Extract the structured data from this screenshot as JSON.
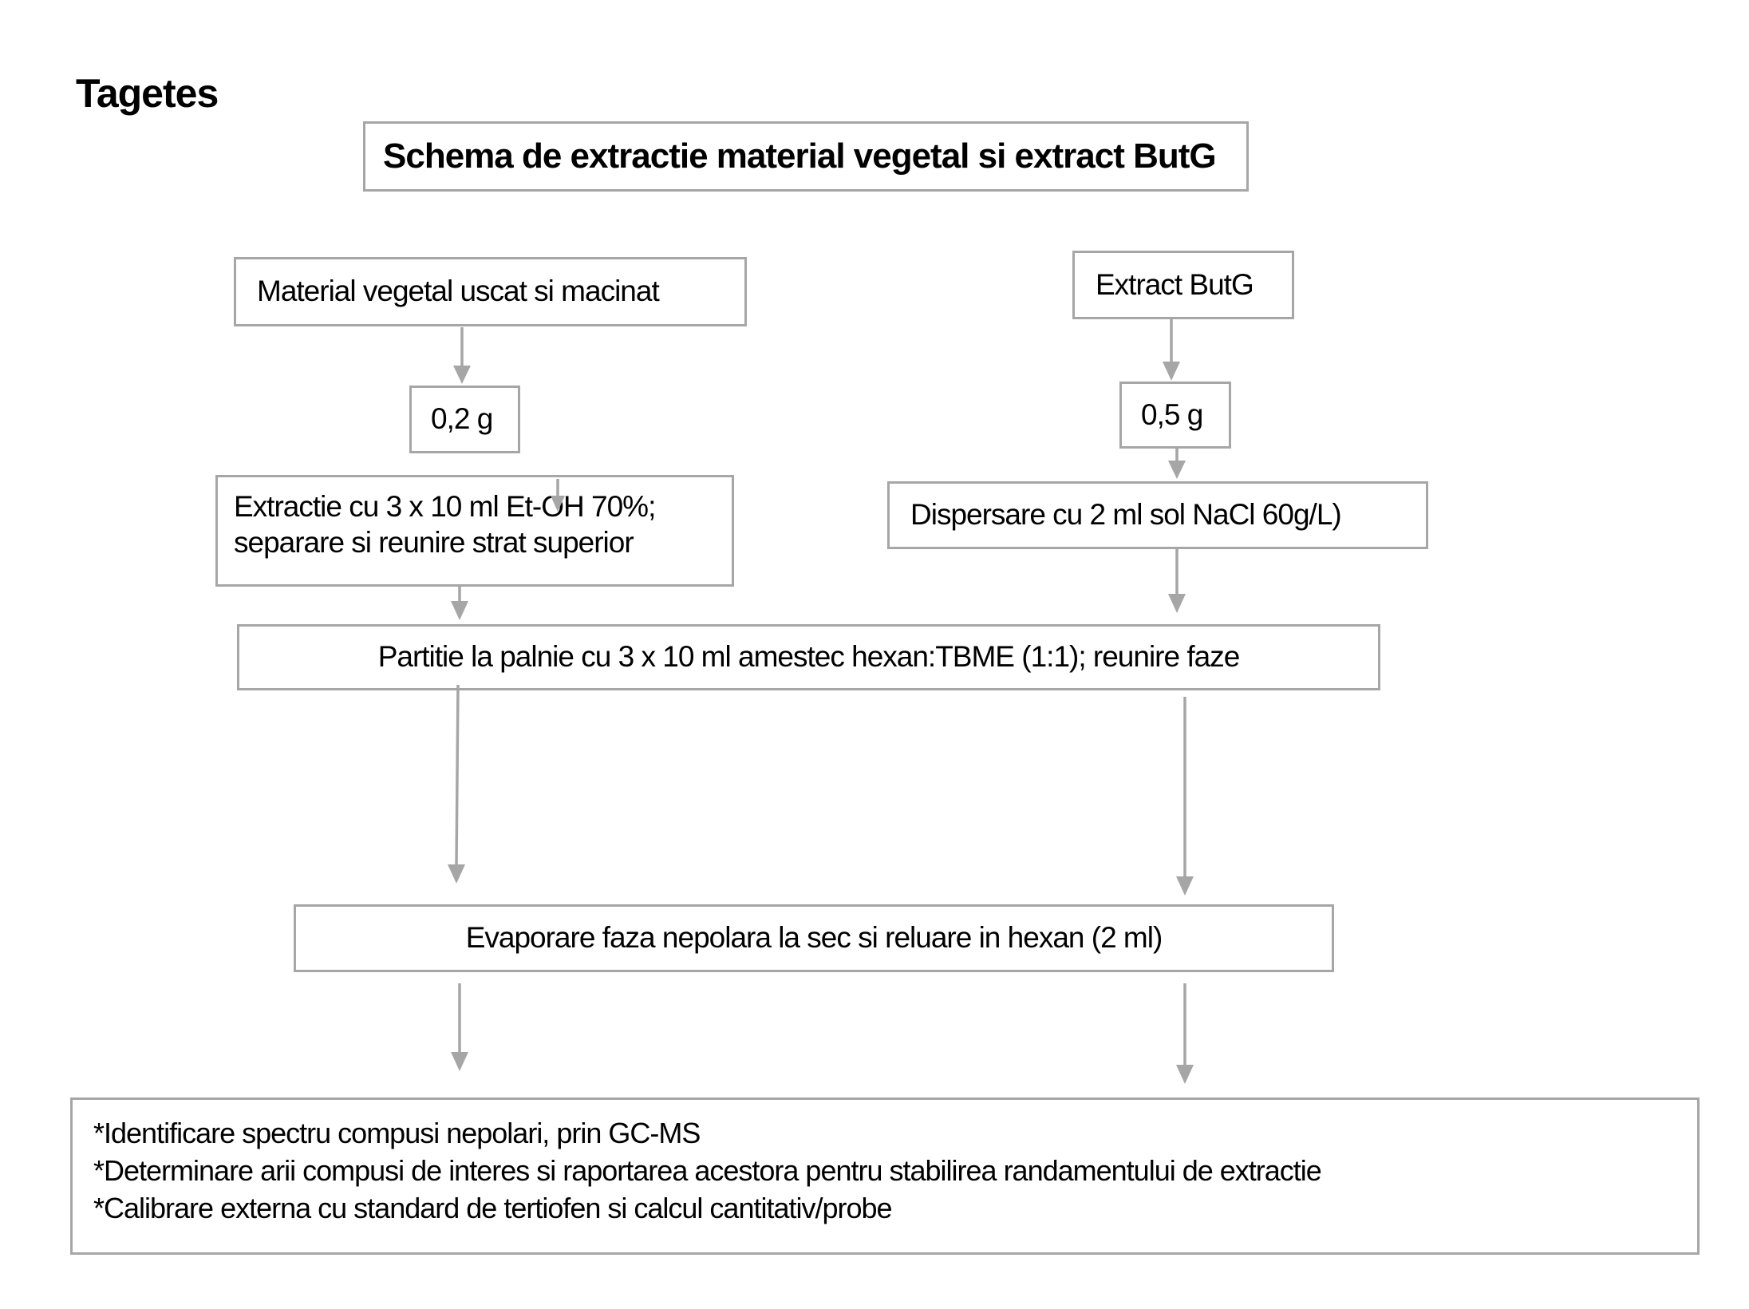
{
  "page": {
    "title": "Tagetes"
  },
  "diagram": {
    "title": "Schema de extractie material vegetal si extract ButG",
    "nodes": {
      "material": {
        "label": "Material vegetal uscat si macinat"
      },
      "extract_butg": {
        "label": "Extract ButG"
      },
      "mass_left": {
        "label": "0,2 g"
      },
      "mass_right": {
        "label": "0,5 g"
      },
      "extractie": {
        "line1": "Extractie cu 3 x 10 ml Et-OH 70%;",
        "line2": "separare si reunire strat superior"
      },
      "dispersare": {
        "label": "Dispersare cu 2 ml sol NaCl 60g/L)"
      },
      "partitie": {
        "label": "Partitie la palnie cu 3 x 10 ml amestec hexan:TBME (1:1); reunire faze"
      },
      "evaporare": {
        "label": "Evaporare faza nepolara la sec si reluare in hexan (2 ml)"
      }
    },
    "notes": {
      "lines": [
        "*Identificare spectru compusi nepolari, prin GC-MS",
        "*Determinare arii compusi de interes si raportarea acestora pentru stabilirea randamentului de extractie",
        "*Calibrare externa cu standard de tertiofen si calcul cantitativ/probe"
      ]
    },
    "colors": {
      "border": "#a6a6a6",
      "arrow": "#a6a6a6",
      "text": "#000000",
      "background": "#ffffff"
    }
  }
}
